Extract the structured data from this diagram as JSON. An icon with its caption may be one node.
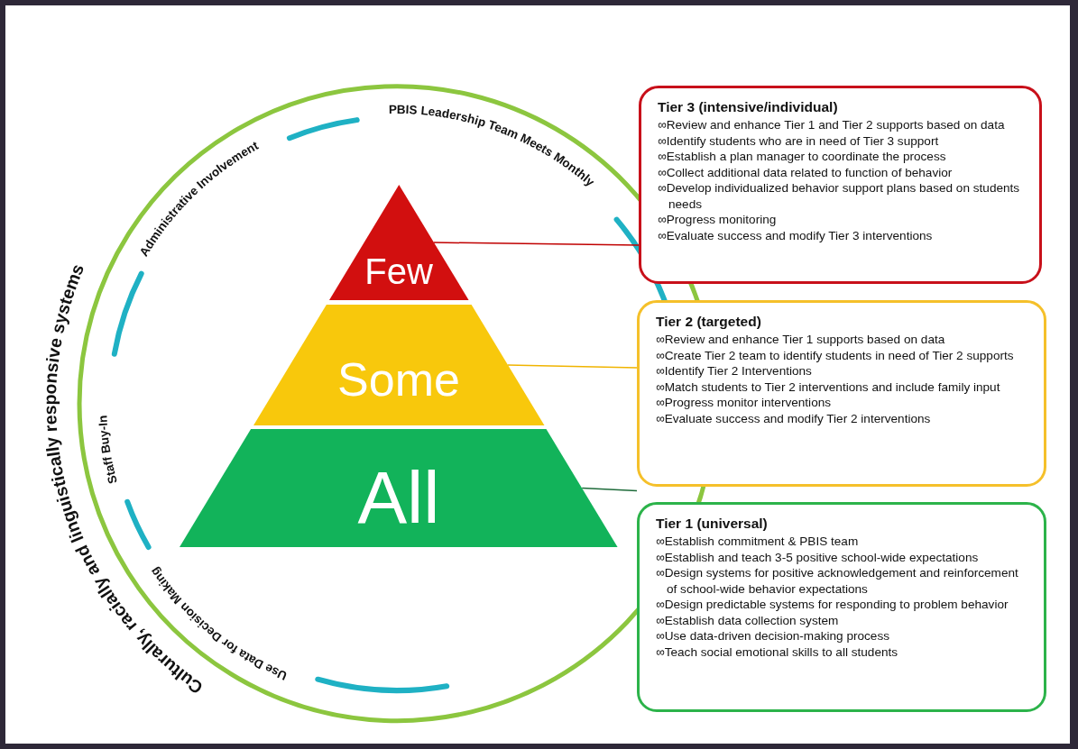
{
  "diagram": {
    "nodes": [
      {
        "text": [
          "Few"
        ]
      },
      {
        "text": [
          "Some"
        ]
      },
      {
        "text": [
          "All"
        ]
      },
      {
        "text": [
          "Tier 3 (intensive/individual)",
          "∞Review and enhance Tier 1 and Tier 2 supports based on data",
          "∞Identify students who are in need of Tier 3 support",
          "∞Establish a plan manager to coordinate the process",
          "∞Collect additional data related to function of behavior",
          "∞Develop individualized behavior support plans based on students needs",
          "∞Progress monitoring",
          "∞Evaluate success and modify Tier 3 interventions"
        ]
      },
      {
        "text": [
          "Tier 2 (targeted)",
          "∞Review and enhance Tier 1 supports based on data",
          "∞Create Tier 2 team to identify students in need of Tier 2 supports",
          "∞Identify Tier 2 Interventions",
          "∞Match students to Tier 2 interventions and include family input",
          "∞Progress monitor interventions",
          "∞Evaluate success and modify Tier 2 interventions"
        ]
      },
      {
        "text": [
          "Tier 1 (universal)",
          "∞Establish commitment & PBIS team",
          "∞Establish and teach 3-5 positive school-wide expectations",
          "∞Design systems for positive acknowledgement and reinforcement of school-wide behavior expectations",
          "∞Design predictable systems for responding to problem behavior",
          "∞Establish data collection system",
          "∞Use data-driven decision-making process",
          "∞Teach social emotional skills to all students"
        ]
      }
    ],
    "edges": [
      {
        "from": 0,
        "to": 3,
        "arrow": "none",
        "color": "#c00000"
      },
      {
        "from": 1,
        "to": 4,
        "arrow": "none",
        "color": "#f0b400"
      },
      {
        "from": 2,
        "to": 5,
        "arrow": "none",
        "color": "#1e6b3a"
      }
    ],
    "labels": [
      "PBIS Leadership Team Meets Monthly",
      "Administrative Involvement",
      "Culturally, racially and linguistically responsive systems",
      "Staff Buy-In",
      "Use Data for Decision Making"
    ]
  }
}
